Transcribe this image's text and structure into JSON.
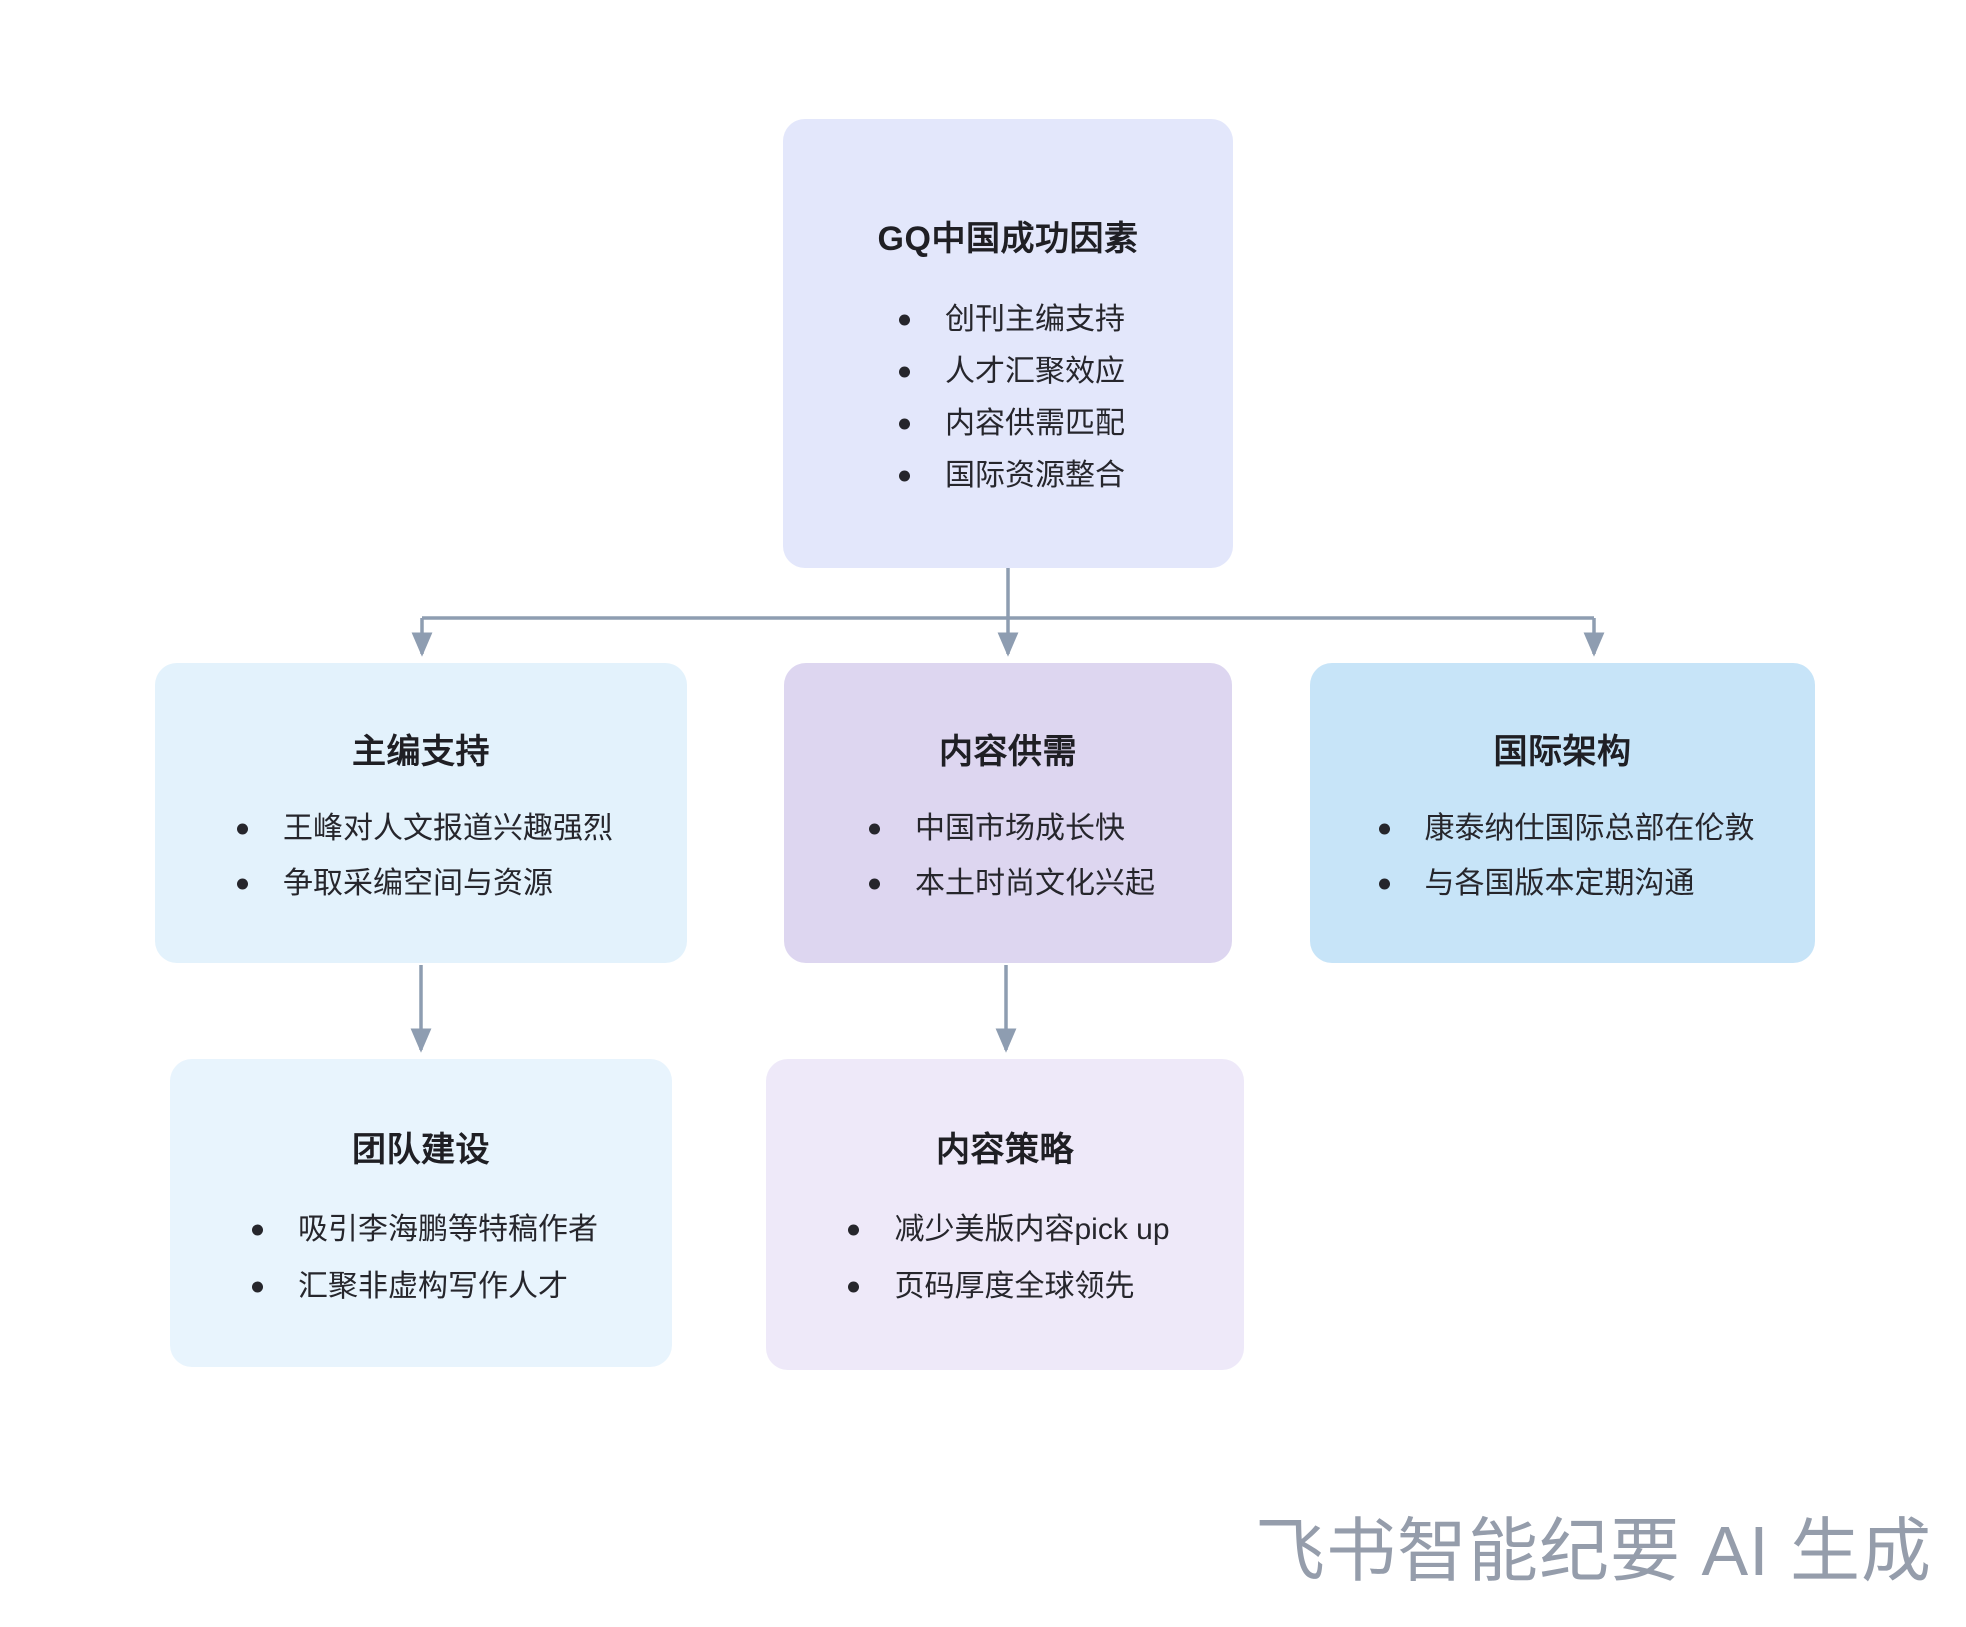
{
  "diagram": {
    "type": "flowchart",
    "title": "GQ中国成功因素",
    "nodes": [
      {
        "id": "root",
        "title": "GQ中国成功因素",
        "color": "#e3e7fb",
        "level": 0,
        "bullets": [
          "创刊主编支持",
          "人才汇聚效应",
          "内容供需匹配",
          "国际资源整合"
        ]
      },
      {
        "id": "chief",
        "title": "主编支持",
        "color": "#e3f2fc",
        "level": 1,
        "bullets": [
          "王峰对人文报道兴趣强烈",
          "争取采编空间与资源"
        ]
      },
      {
        "id": "supply",
        "title": "内容供需",
        "color": "#ddd6f0",
        "level": 1,
        "bullets": [
          "中国市场成长快",
          "本土时尚文化兴起"
        ]
      },
      {
        "id": "intl",
        "title": "国际架构",
        "color": "#c7e4f8",
        "level": 1,
        "bullets": [
          "康泰纳仕国际总部在伦敦",
          "与各国版本定期沟通"
        ]
      },
      {
        "id": "team",
        "title": "团队建设",
        "color": "#e8f4fd",
        "level": 2,
        "bullets": [
          "吸引李海鹏等特稿作者",
          "汇聚非虚构写作人才"
        ]
      },
      {
        "id": "strategy",
        "title": "内容策略",
        "color": "#eee9f9",
        "level": 2,
        "bullets": [
          "减少美版内容pick up",
          "页码厚度全球领先"
        ]
      }
    ],
    "edges": [
      {
        "from": "root",
        "to": "chief"
      },
      {
        "from": "root",
        "to": "supply"
      },
      {
        "from": "root",
        "to": "intl"
      },
      {
        "from": "chief",
        "to": "team"
      },
      {
        "from": "supply",
        "to": "strategy"
      }
    ],
    "connector_color": "#8e9db1",
    "background_color": "#ffffff"
  },
  "watermark": {
    "text": "飞书智能纪要 AI 生成",
    "color": "#959dab"
  }
}
